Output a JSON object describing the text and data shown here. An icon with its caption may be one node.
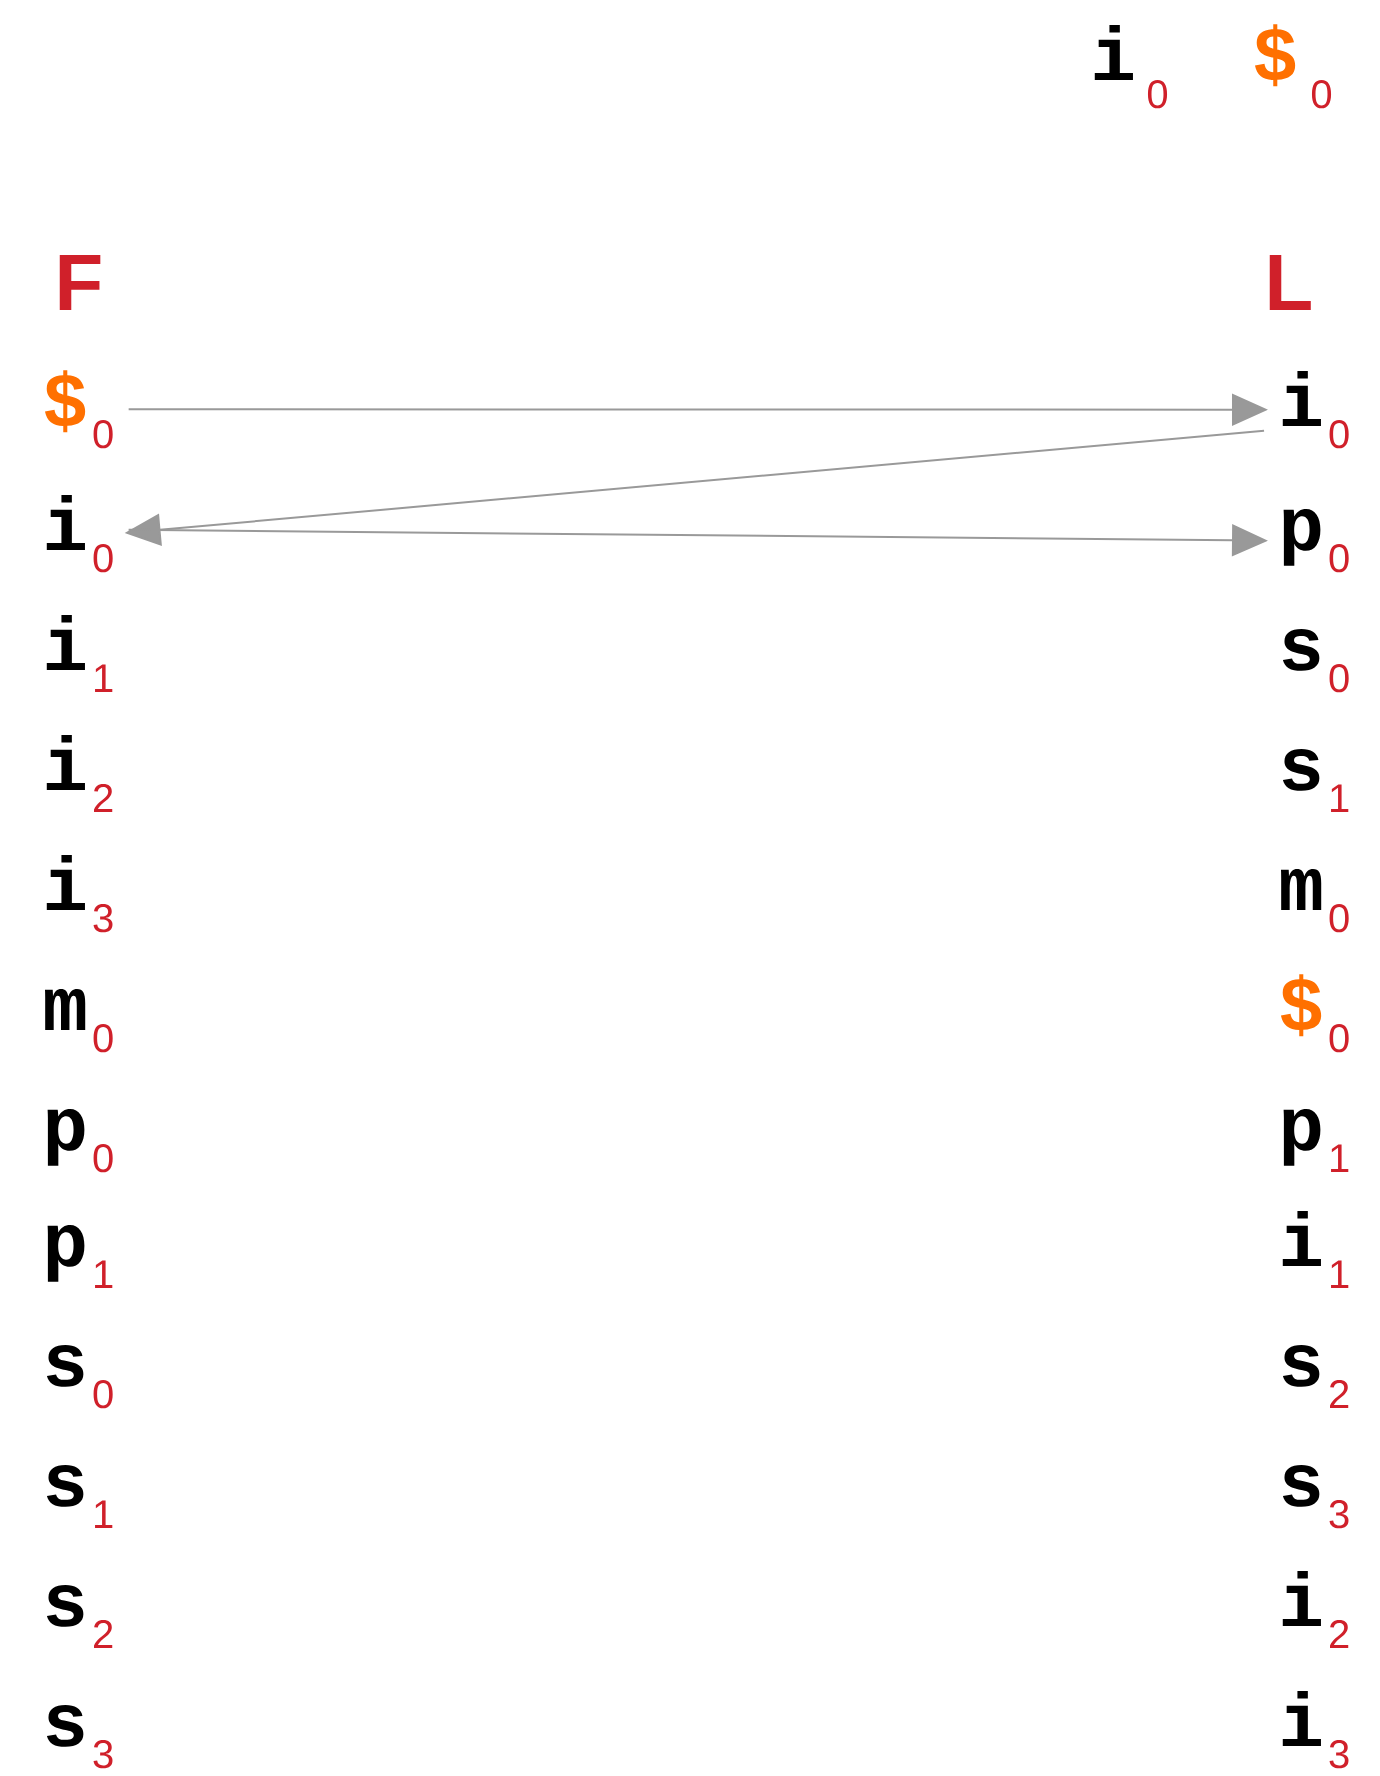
{
  "diagram": {
    "nodes": [
      {
        "text": [
          "$",
          "0"
        ]
      },
      {
        "text": [
          "i",
          "0"
        ]
      },
      {
        "text": [
          "i",
          "1"
        ]
      },
      {
        "text": [
          "i",
          "2"
        ]
      },
      {
        "text": [
          "i",
          "3"
        ]
      },
      {
        "text": [
          "m",
          "0"
        ]
      },
      {
        "text": [
          "p",
          "0"
        ]
      },
      {
        "text": [
          "p",
          "1"
        ]
      },
      {
        "text": [
          "s",
          "0"
        ]
      },
      {
        "text": [
          "s",
          "1"
        ]
      },
      {
        "text": [
          "s",
          "2"
        ]
      },
      {
        "text": [
          "s",
          "3"
        ]
      },
      {
        "text": [
          "i",
          "0"
        ]
      },
      {
        "text": [
          "p",
          "0"
        ]
      },
      {
        "text": [
          "s",
          "0"
        ]
      },
      {
        "text": [
          "s",
          "1"
        ]
      },
      {
        "text": [
          "m",
          "0"
        ]
      },
      {
        "text": [
          "$",
          "0"
        ]
      },
      {
        "text": [
          "p",
          "1"
        ]
      },
      {
        "text": [
          "i",
          "1"
        ]
      },
      {
        "text": [
          "s",
          "2"
        ]
      },
      {
        "text": [
          "s",
          "3"
        ]
      },
      {
        "text": [
          "i",
          "2"
        ]
      },
      {
        "text": [
          "i",
          "3"
        ]
      }
    ],
    "edges": [
      {
        "from": 0,
        "to": 12,
        "arrow": "to"
      },
      {
        "from": 12,
        "to": 1,
        "arrow": "to"
      },
      {
        "from": 1,
        "to": 13,
        "arrow": "to"
      }
    ],
    "labels": [
      "i",
      "0",
      "$",
      "0",
      "F",
      "L"
    ]
  }
}
